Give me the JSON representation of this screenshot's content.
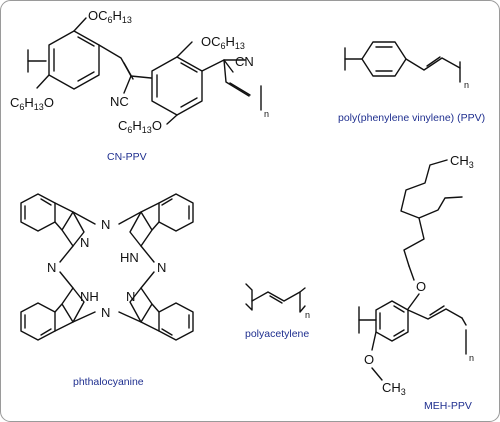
{
  "captions": {
    "cn_ppv": "CN-PPV",
    "ppv": "poly(phenylene vinylene) (PPV)",
    "phthalocyanine": "phthalocyanine",
    "polyacetylene": "polyacetylene",
    "meh_ppv": "MEH-PPV"
  },
  "atoms": {
    "oc6h13": "OC",
    "c6h13o": "C",
    "c6h13o_o": "O",
    "six": "6",
    "thirteen": "13",
    "cn": "CN",
    "nc": "NC",
    "n": "N",
    "nh": "NH",
    "hn": "HN",
    "o": "O",
    "ch3": "CH",
    "three": "3",
    "subscript_n": "n"
  },
  "colors": {
    "caption": "#1f2f8f",
    "bond": "#111111",
    "border": "#9a9a9a"
  }
}
